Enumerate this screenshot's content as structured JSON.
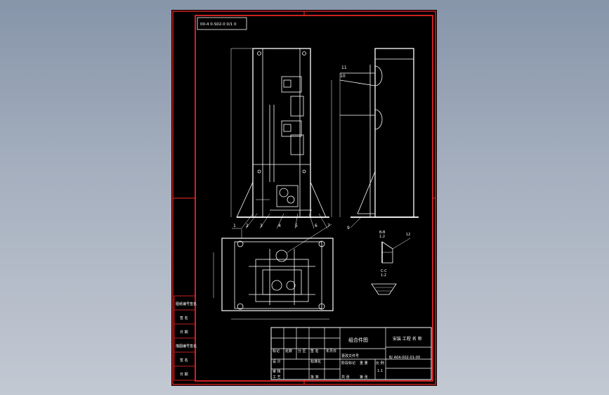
{
  "drawing": {
    "code_box": "00-4 0-S02-0 0/1 0",
    "title": "组合件图",
    "company": "安装 工程 名 称",
    "drawing_number": "B/ A04-002-01-00",
    "scale": "1:1",
    "section_labels": {
      "sec1_top": "B-B",
      "sec1_bottom": "1:2",
      "sec2_top": "C-C",
      "sec2_bottom": "1:2",
      "balloon_12": "12"
    },
    "balloons_front": [
      "1",
      "2",
      "3",
      "4",
      "5",
      "6",
      "7"
    ],
    "balloons_side": [
      "9",
      "11",
      "10"
    ],
    "left_block_labels": [
      "图纸编号签名",
      "签 名",
      "日 期",
      "描图编号签名",
      "签 名",
      "日 期"
    ],
    "titleblock_labels": {
      "row1": [
        "标记",
        "处数",
        "分 区",
        "更改文件号",
        "签 名",
        "年月日"
      ],
      "row2": [
        "设 计",
        "标准化",
        "阶段标记",
        "重 量",
        "比 例"
      ],
      "row3": [
        "审 核"
      ],
      "row4": [
        "工 艺",
        "批 准",
        "共 张",
        "第 张"
      ]
    },
    "colors": {
      "border": "#ff2a2a",
      "lines": "#ffffff",
      "background": "#000000"
    }
  }
}
